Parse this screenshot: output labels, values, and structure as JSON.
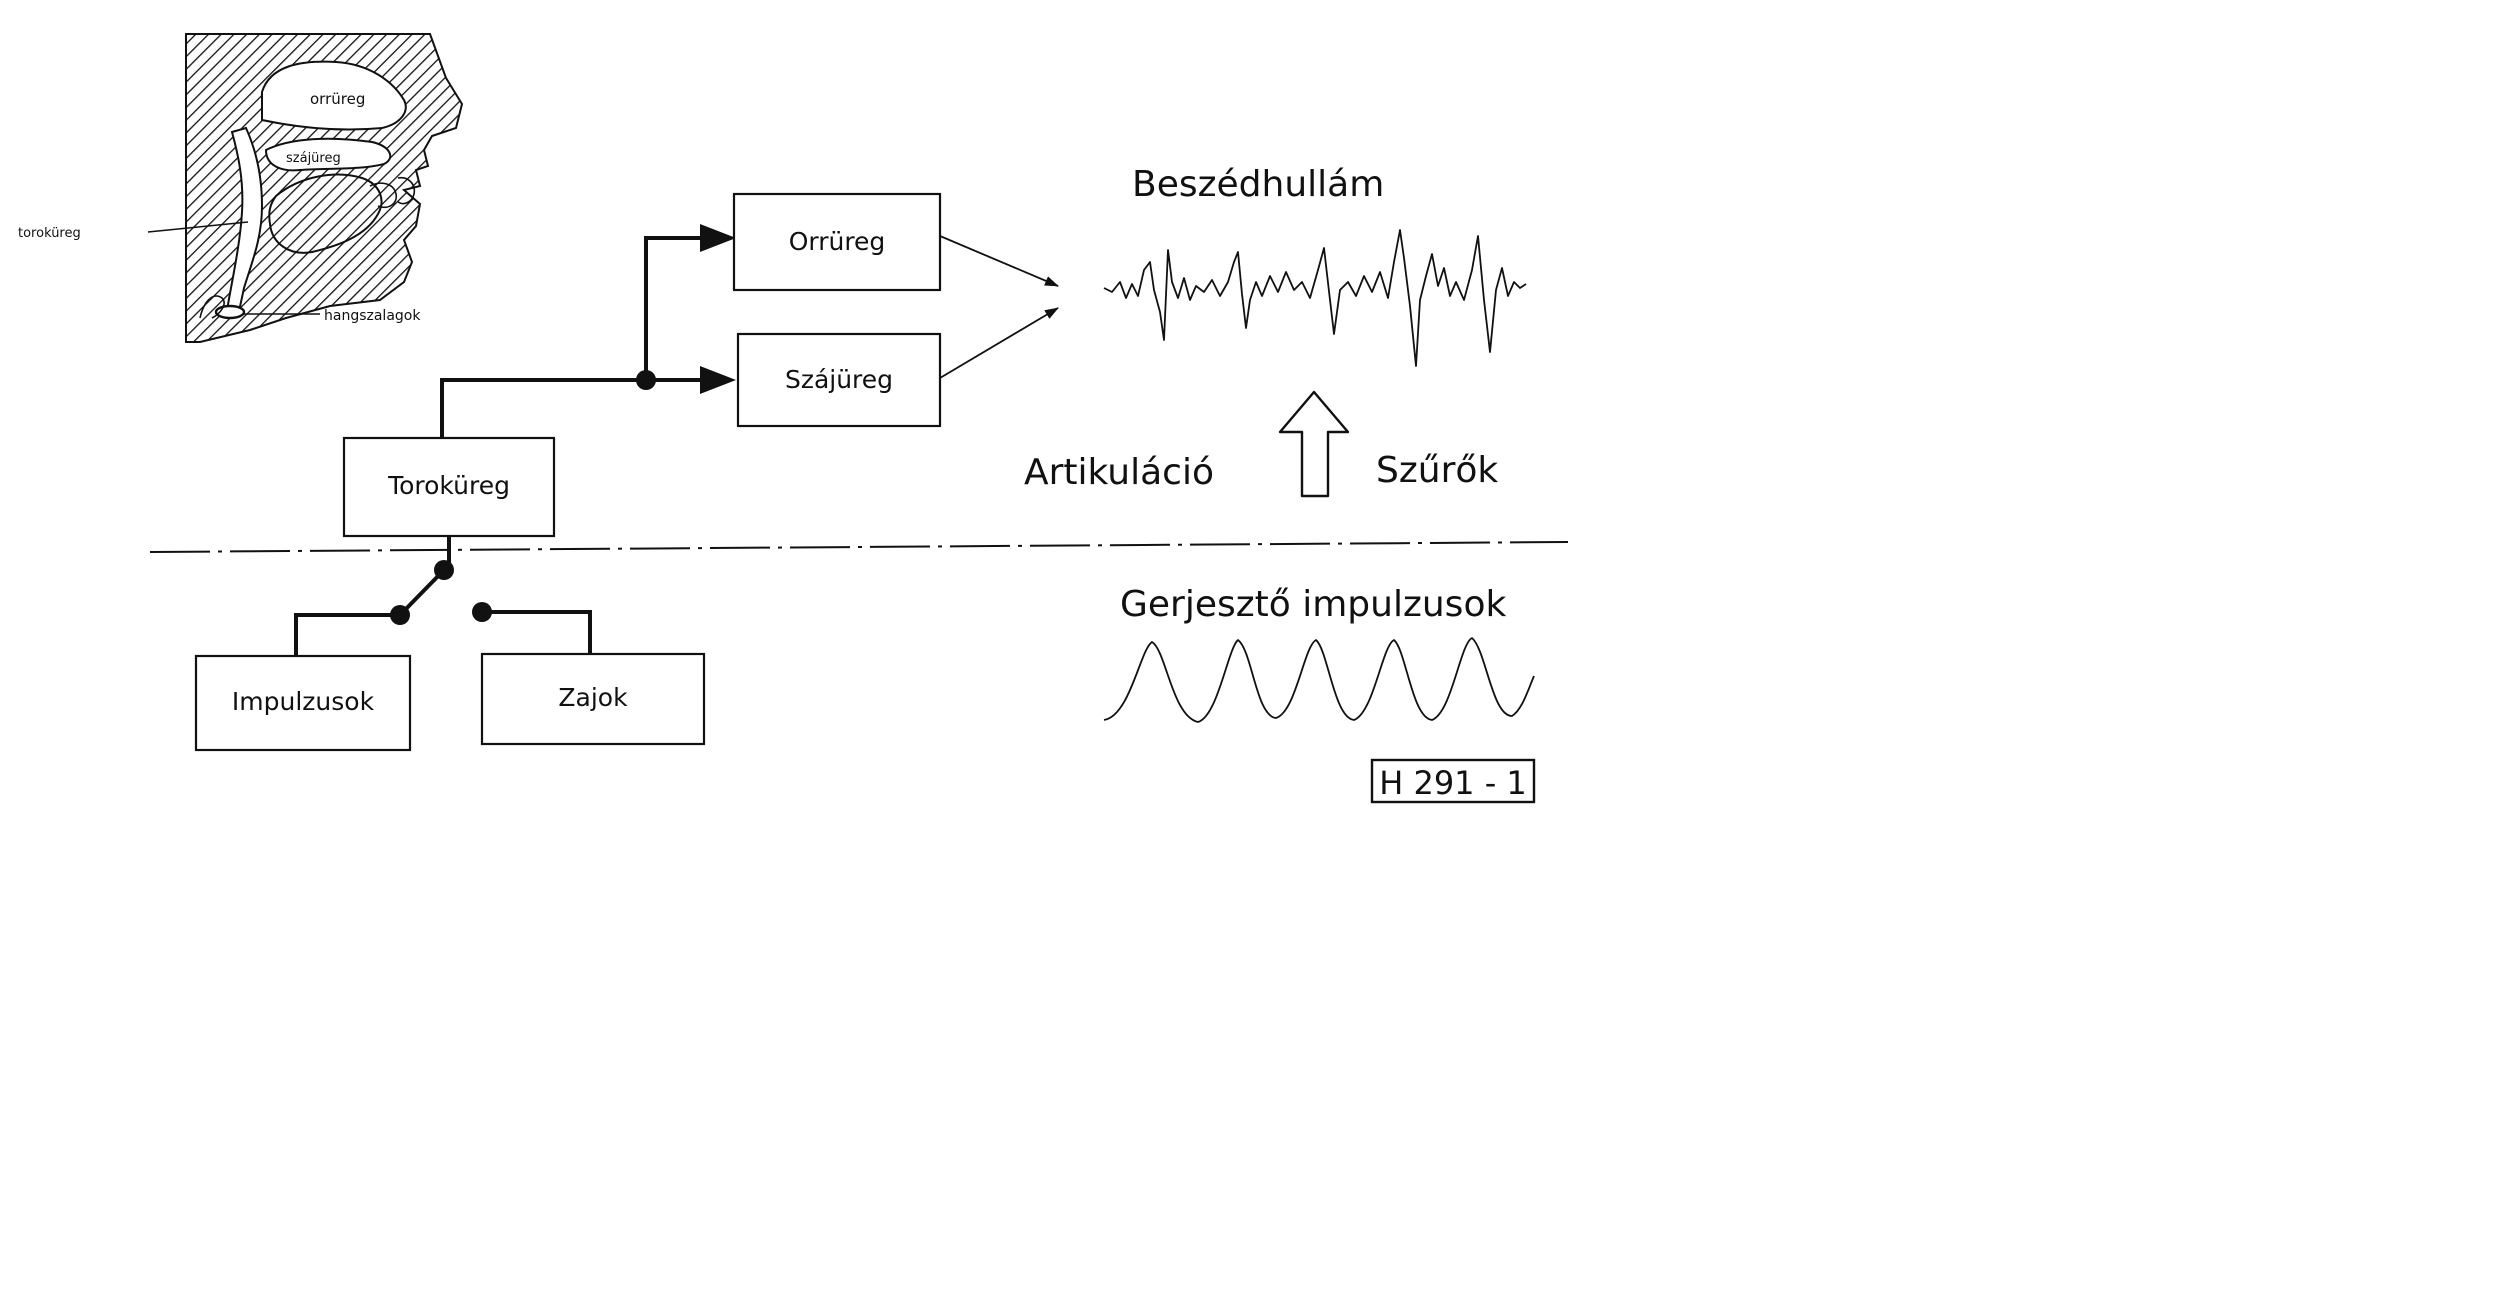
{
  "anatomy": {
    "nasal_cavity": "orrüreg",
    "oral_cavity": "szájüreg",
    "pharynx": "toroküreg",
    "vocal_cords": "hangszalagok"
  },
  "blocks": {
    "nasal": "Orrüreg",
    "oral": "Szájüreg",
    "pharynx": "Toroküreg",
    "impulses": "Impulzusok",
    "noise": "Zajok"
  },
  "labels": {
    "speech_wave": "Beszédhullám",
    "articulation": "Artikuláció",
    "filters": "Szűrők",
    "excitation": "Gerjesztő impulzusok",
    "figure_id": "H 291 - 1"
  },
  "icons": {
    "arrow": "up-arrow-icon"
  }
}
